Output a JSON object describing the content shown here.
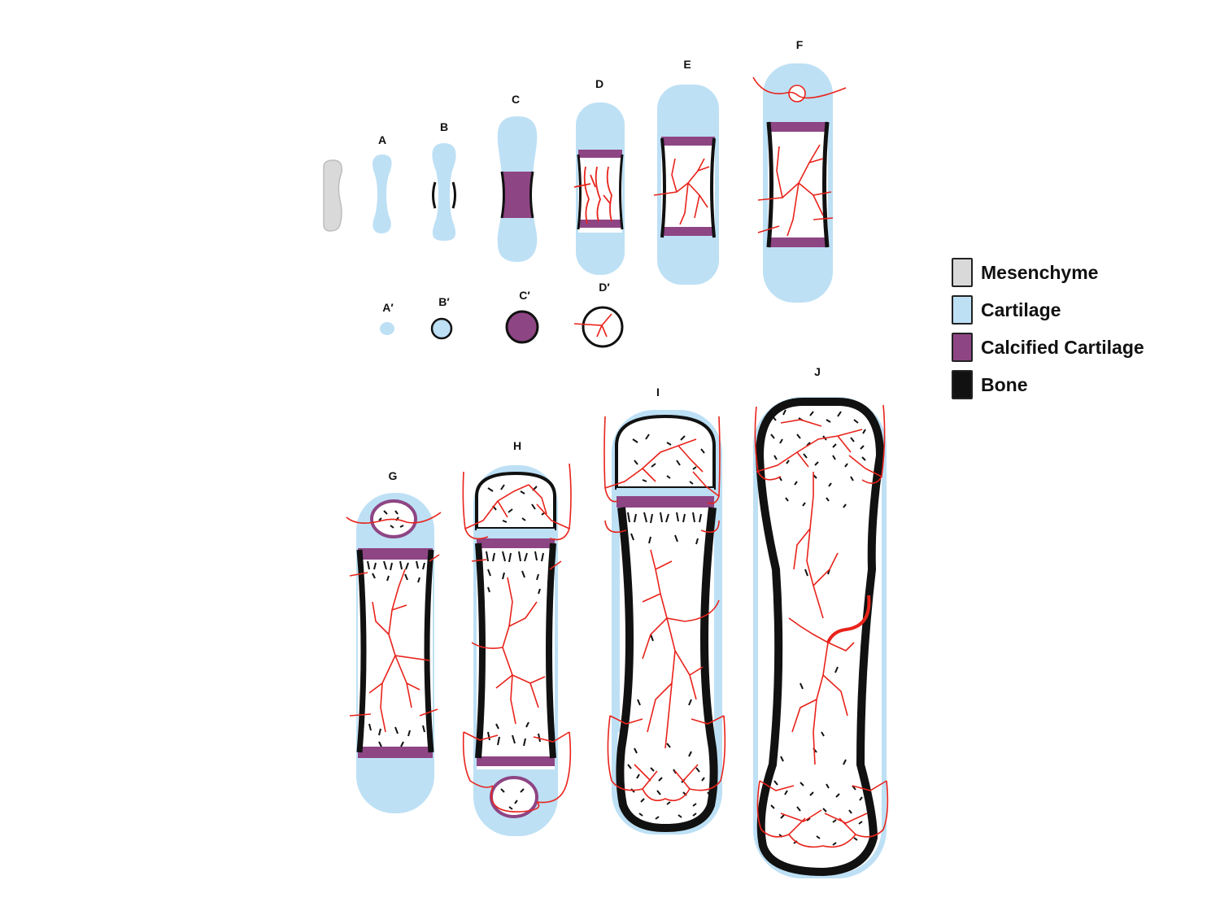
{
  "colors": {
    "mesenchyme": "#d9d9d9",
    "cartilage": "#bde0f5",
    "calcified": "#8e4584",
    "bone": "#111111",
    "vessel": "#e8231b"
  },
  "stage_labels": {
    "a": "A",
    "b": "B",
    "c": "C",
    "d": "D",
    "e": "E",
    "f": "F",
    "a_prime": "A′",
    "b_prime": "B′",
    "c_prime": "C′",
    "d_prime": "D′",
    "g": "G",
    "h": "H",
    "i": "I",
    "j": "J"
  },
  "legend": {
    "items": [
      {
        "label": "Mesenchyme",
        "color": "#d9d9d9"
      },
      {
        "label": "Cartilage",
        "color": "#bde0f5"
      },
      {
        "label": "Calcified Cartilage",
        "color": "#8e4584"
      },
      {
        "label": "Bone",
        "color": "#111111"
      }
    ]
  }
}
